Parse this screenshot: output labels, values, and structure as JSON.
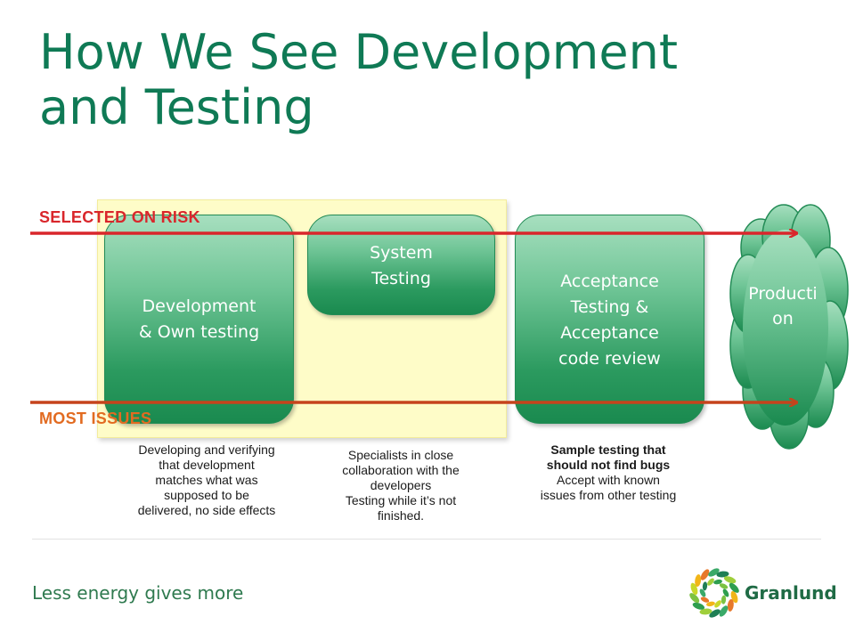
{
  "slide": {
    "title_line1": "How We See Development",
    "title_line2": "and Testing"
  },
  "lanes": {
    "risk_label": "SELECTED ON RISK",
    "issues_label": "MOST ISSUES",
    "risk_color": "#d9262b",
    "issues_color": "#e26b21"
  },
  "stages": {
    "development": {
      "line1": "Development",
      "line2": "& Own testing"
    },
    "system": {
      "line1": "System",
      "line2": "Testing"
    },
    "acceptance": {
      "line1": "Acceptance",
      "line2": "Testing &",
      "line3": "Acceptance",
      "line4": "code review"
    },
    "production": {
      "label": "Production"
    }
  },
  "descriptions": {
    "development": [
      "Developing and verifying",
      "that development",
      "matches what was",
      "supposed to be",
      "delivered, no side effects"
    ],
    "system": [
      "Specialists in close",
      "collaboration with the",
      "developers",
      "Testing while it’s not",
      "finished."
    ],
    "acceptance_bold": [
      "Sample testing that",
      "should not find bugs"
    ],
    "acceptance": [
      "Accept with known",
      "issues from other testing"
    ]
  },
  "footer": {
    "tagline": "Less energy gives more",
    "brand": "Granlund"
  },
  "colors": {
    "title": "#0f7a55",
    "stage_green": "#1a8a4f",
    "zone_yellow": "#fefcc8"
  }
}
